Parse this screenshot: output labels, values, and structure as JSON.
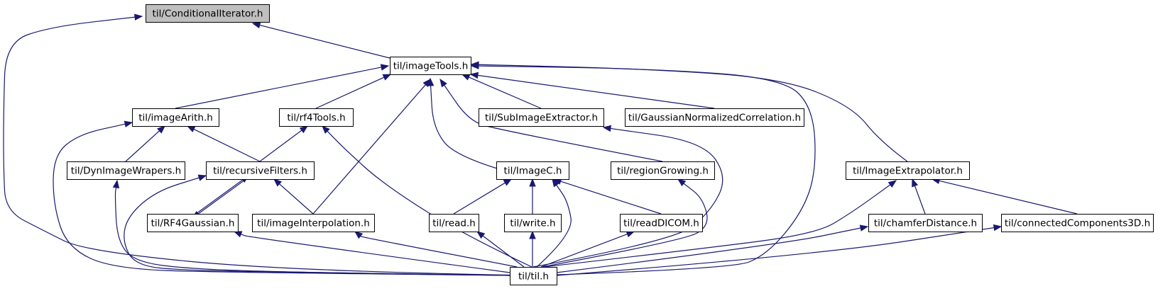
{
  "colors": {
    "edge": "#191970",
    "root_fill": "#bfbfbf",
    "node_fill": "#ffffff",
    "node_border": "#000000"
  },
  "nodes": [
    {
      "id": "cond",
      "label": "til/ConditionalIterator.h"
    },
    {
      "id": "imgtools",
      "label": "til/imageTools.h"
    },
    {
      "id": "arith",
      "label": "til/imageArith.h"
    },
    {
      "id": "rf4tools",
      "label": "til/rf4Tools.h"
    },
    {
      "id": "subimg",
      "label": "til/SubImageExtractor.h"
    },
    {
      "id": "gauss",
      "label": "til/GaussianNormalizedCorrelation.h"
    },
    {
      "id": "dynwrap",
      "label": "til/DynImageWrapers.h"
    },
    {
      "id": "recfilt",
      "label": "til/recursiveFilters.h"
    },
    {
      "id": "imagec",
      "label": "til/ImageC.h"
    },
    {
      "id": "regiongr",
      "label": "til/regionGrowing.h"
    },
    {
      "id": "extrap",
      "label": "til/ImageExtrapolator.h"
    },
    {
      "id": "rf4g",
      "label": "til/RF4Gaussian.h"
    },
    {
      "id": "interp",
      "label": "til/imageInterpolation.h"
    },
    {
      "id": "read",
      "label": "til/read.h"
    },
    {
      "id": "write",
      "label": "til/write.h"
    },
    {
      "id": "dicom",
      "label": "til/readDICOM.h"
    },
    {
      "id": "chamfer",
      "label": "til/chamferDistance.h"
    },
    {
      "id": "conncomp",
      "label": "til/connectedComponents3D.h"
    },
    {
      "id": "til",
      "label": "til/til.h"
    }
  ],
  "edges": [
    [
      "imgtools",
      "cond"
    ],
    [
      "til",
      "cond"
    ],
    [
      "arith",
      "imgtools"
    ],
    [
      "rf4tools",
      "imgtools"
    ],
    [
      "subimg",
      "imgtools"
    ],
    [
      "gauss",
      "imgtools"
    ],
    [
      "interp",
      "imgtools"
    ],
    [
      "imagec",
      "imgtools"
    ],
    [
      "regiongr",
      "imgtools"
    ],
    [
      "til",
      "imgtools"
    ],
    [
      "extrap",
      "imgtools"
    ],
    [
      "dynwrap",
      "arith"
    ],
    [
      "recfilt",
      "arith"
    ],
    [
      "til",
      "arith"
    ],
    [
      "recfilt",
      "rf4tools"
    ],
    [
      "til",
      "rf4tools"
    ],
    [
      "til",
      "subimg"
    ],
    [
      "til",
      "dynwrap"
    ],
    [
      "rf4g",
      "recfilt"
    ],
    [
      "recfilt",
      "rf4g"
    ],
    [
      "interp",
      "recfilt"
    ],
    [
      "til",
      "recfilt"
    ],
    [
      "read",
      "imagec"
    ],
    [
      "write",
      "imagec"
    ],
    [
      "dicom",
      "imagec"
    ],
    [
      "til",
      "imagec"
    ],
    [
      "til",
      "regiongr"
    ],
    [
      "chamfer",
      "extrap"
    ],
    [
      "conncomp",
      "extrap"
    ],
    [
      "til",
      "extrap"
    ],
    [
      "til",
      "rf4g"
    ],
    [
      "til",
      "interp"
    ],
    [
      "til",
      "read"
    ],
    [
      "til",
      "write"
    ],
    [
      "til",
      "dicom"
    ],
    [
      "til",
      "chamfer"
    ],
    [
      "til",
      "conncomp"
    ]
  ]
}
